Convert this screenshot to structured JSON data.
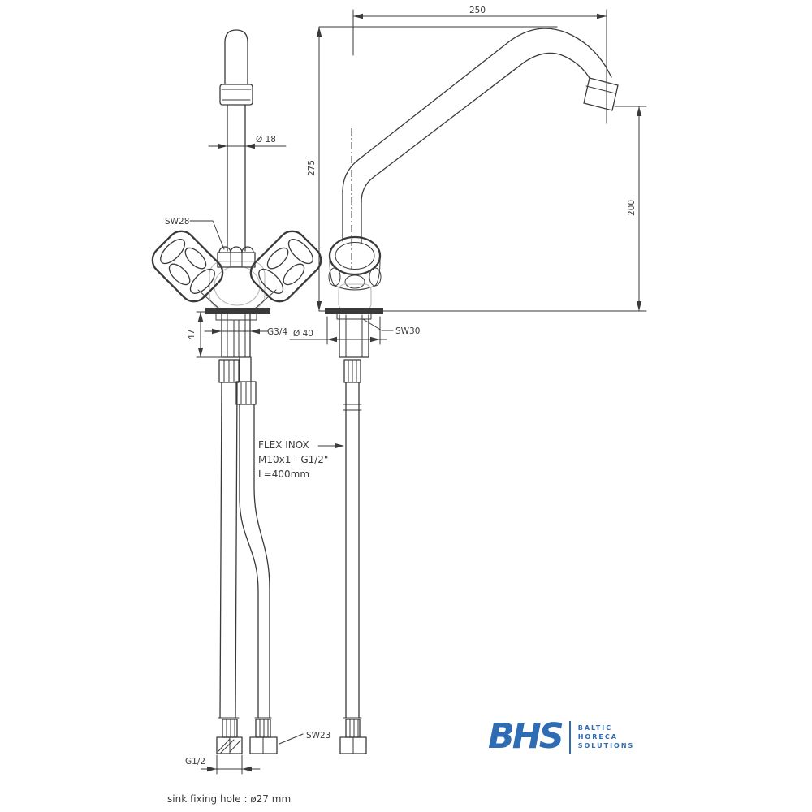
{
  "drawing": {
    "dimensions": {
      "spout_reach": "250",
      "spout_height": "275",
      "outlet_height": "200",
      "pipe_diameter": "Ø 18",
      "body_diameter": "Ø 40",
      "shank_length": "47",
      "shank_thread": "G3/4",
      "hose_thread": "G1/2",
      "spout_nut": "SW28",
      "base_nut": "SW30",
      "hose_nut": "SW23"
    },
    "labels": {
      "flex_line1": "FLEX INOX",
      "flex_line2": "M10x1 - G1/2\"",
      "flex_line3": "L=400mm",
      "note": "sink fixing hole : ø27 mm"
    }
  },
  "logo": {
    "abbr": "BHS",
    "line1": "BALTIC",
    "line2": "HORECA",
    "line3": "SOLUTIONS"
  },
  "colors": {
    "line": "#3a3a3a",
    "light": "#b9b9b9",
    "accent": "#2e6cb4"
  }
}
